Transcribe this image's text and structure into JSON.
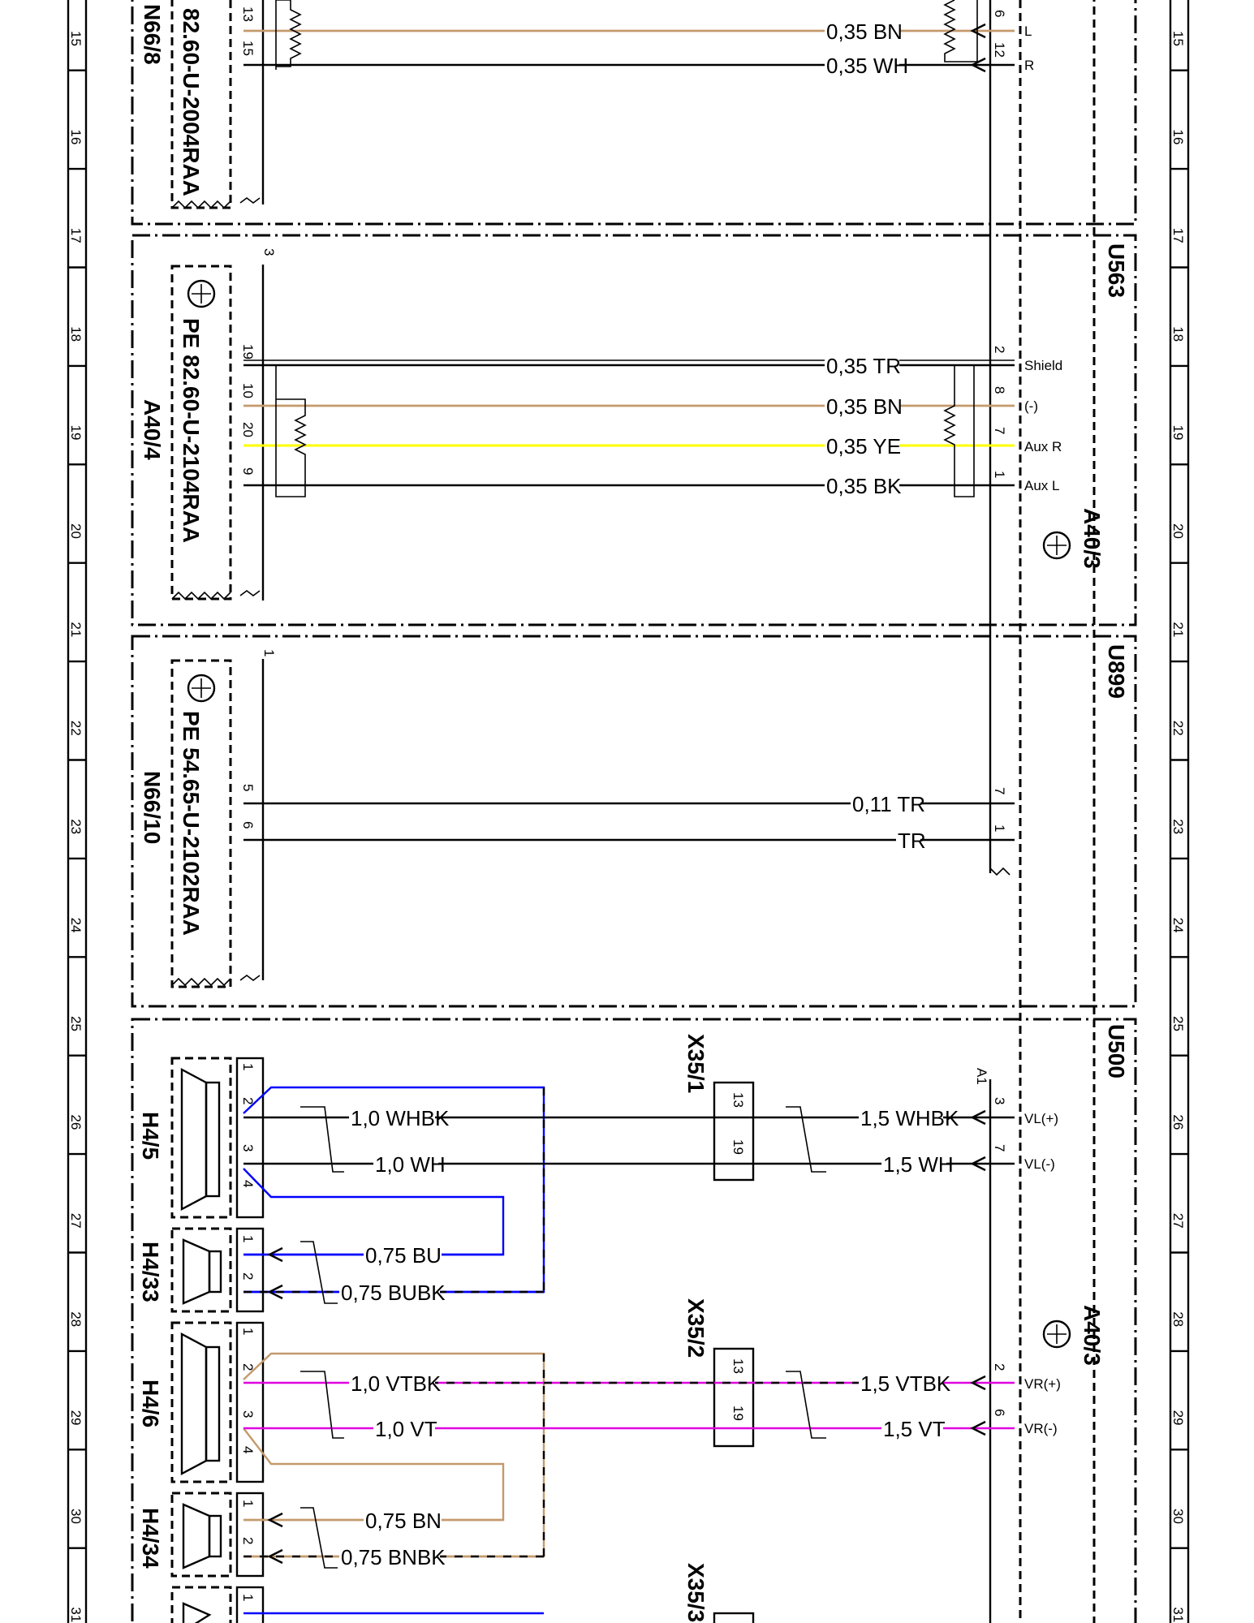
{
  "title_block": {
    "zone_numbers": [
      "15",
      "16",
      "17",
      "18",
      "19",
      "20",
      "21",
      "22",
      "23",
      "24",
      "25",
      "26",
      "27",
      "28",
      "29",
      "30",
      "31"
    ]
  },
  "colors": {
    "BN": "#c49a6c",
    "WH": "#000000",
    "TR": "#000000",
    "YE": "#ffff00",
    "BK": "#000000",
    "BU": "#0000ff",
    "VT": "#e000e0",
    "background": "#ffffff"
  },
  "components": {
    "n66_8": {
      "code": "N66/8",
      "part": "82.60-U-2004RAA"
    },
    "u563": {
      "code": "U563"
    },
    "a40_4": {
      "code": "A40/4",
      "part": "PE 82.60-U-2104RAA",
      "connector_pin": "3"
    },
    "a40_3_top": {
      "code": "A40/3"
    },
    "u899": {
      "code": "U899"
    },
    "n66_10": {
      "code": "N66/10",
      "part": "PE 54.65-U-2102RAA",
      "connector_pin": "1"
    },
    "u500": {
      "code": "U500"
    },
    "a40_3_bottom": {
      "code": "A40/3",
      "connector": "A1"
    },
    "h4_5": {
      "code": "H4/5"
    },
    "h4_33": {
      "code": "H4/33"
    },
    "h4_6": {
      "code": "H4/6"
    },
    "h4_34": {
      "code": "H4/34"
    },
    "x35_1": {
      "code": "X35/1",
      "pin_a": "13",
      "pin_b": "19"
    },
    "x35_2": {
      "code": "X35/2",
      "pin_a": "13",
      "pin_b": "19"
    },
    "x35_3": {
      "code": "X35/3"
    }
  },
  "wires": {
    "w1": {
      "left_pin": "13",
      "label": "0,35  BN",
      "right_pin": "6",
      "signal": "L"
    },
    "w2": {
      "left_pin": "15",
      "label": "0,35  WH",
      "right_pin": "12",
      "signal": "R"
    },
    "w3": {
      "left_pin": "19",
      "label": "0,35  TR",
      "right_pin": "2",
      "signal": "Shield"
    },
    "w4": {
      "left_pin": "10",
      "label": "0,35  BN",
      "right_pin": "8",
      "signal": "(-)"
    },
    "w5": {
      "left_pin": "20",
      "label": "0,35  YE",
      "right_pin": "7",
      "signal": "Aux R"
    },
    "w6": {
      "left_pin": "9",
      "label": "0,35  BK",
      "right_pin": "1",
      "signal": "Aux L"
    },
    "w7": {
      "left_pin": "5",
      "label": "0,11  TR",
      "right_pin": "7"
    },
    "w8": {
      "left_pin": "6",
      "label": "TR",
      "right_pin": "1"
    },
    "w9": {
      "left_pin": "2",
      "label": "1,0  WHBK",
      "label_right": "1,5  WHBK",
      "right_pin": "3",
      "signal": "VL(+)"
    },
    "w10": {
      "left_pin": "3",
      "label": "1,0  WH",
      "label_right": "1,5  WH",
      "right_pin": "7",
      "signal": "VL(-)"
    },
    "w11": {
      "left_pin": "1",
      "label": "0,75  BU"
    },
    "w12": {
      "left_pin": "2",
      "label": "0,75  BUBK"
    },
    "w13": {
      "left_pin": "2",
      "label": "1,0  VTBK",
      "label_right": "1,5  VTBK",
      "right_pin": "2",
      "signal": "VR(+)"
    },
    "w14": {
      "left_pin": "3",
      "label": "1,0  VT",
      "label_right": "1,5  VT",
      "right_pin": "6",
      "signal": "VR(-)"
    },
    "w15": {
      "left_pin": "1",
      "label": "0,75  BN"
    },
    "w16": {
      "left_pin": "2",
      "label": "0,75  BNBK"
    }
  },
  "speaker_pins": {
    "h4_5": [
      "1",
      "2",
      "3",
      "4"
    ],
    "h4_33": [
      "1",
      "2"
    ],
    "h4_6": [
      "1",
      "2",
      "3",
      "4"
    ],
    "h4_34": [
      "1",
      "2"
    ],
    "h4_next": [
      "1"
    ]
  },
  "misc_pins": {
    "top_pin_6": "6",
    "n66_8_pin_top": "13"
  }
}
